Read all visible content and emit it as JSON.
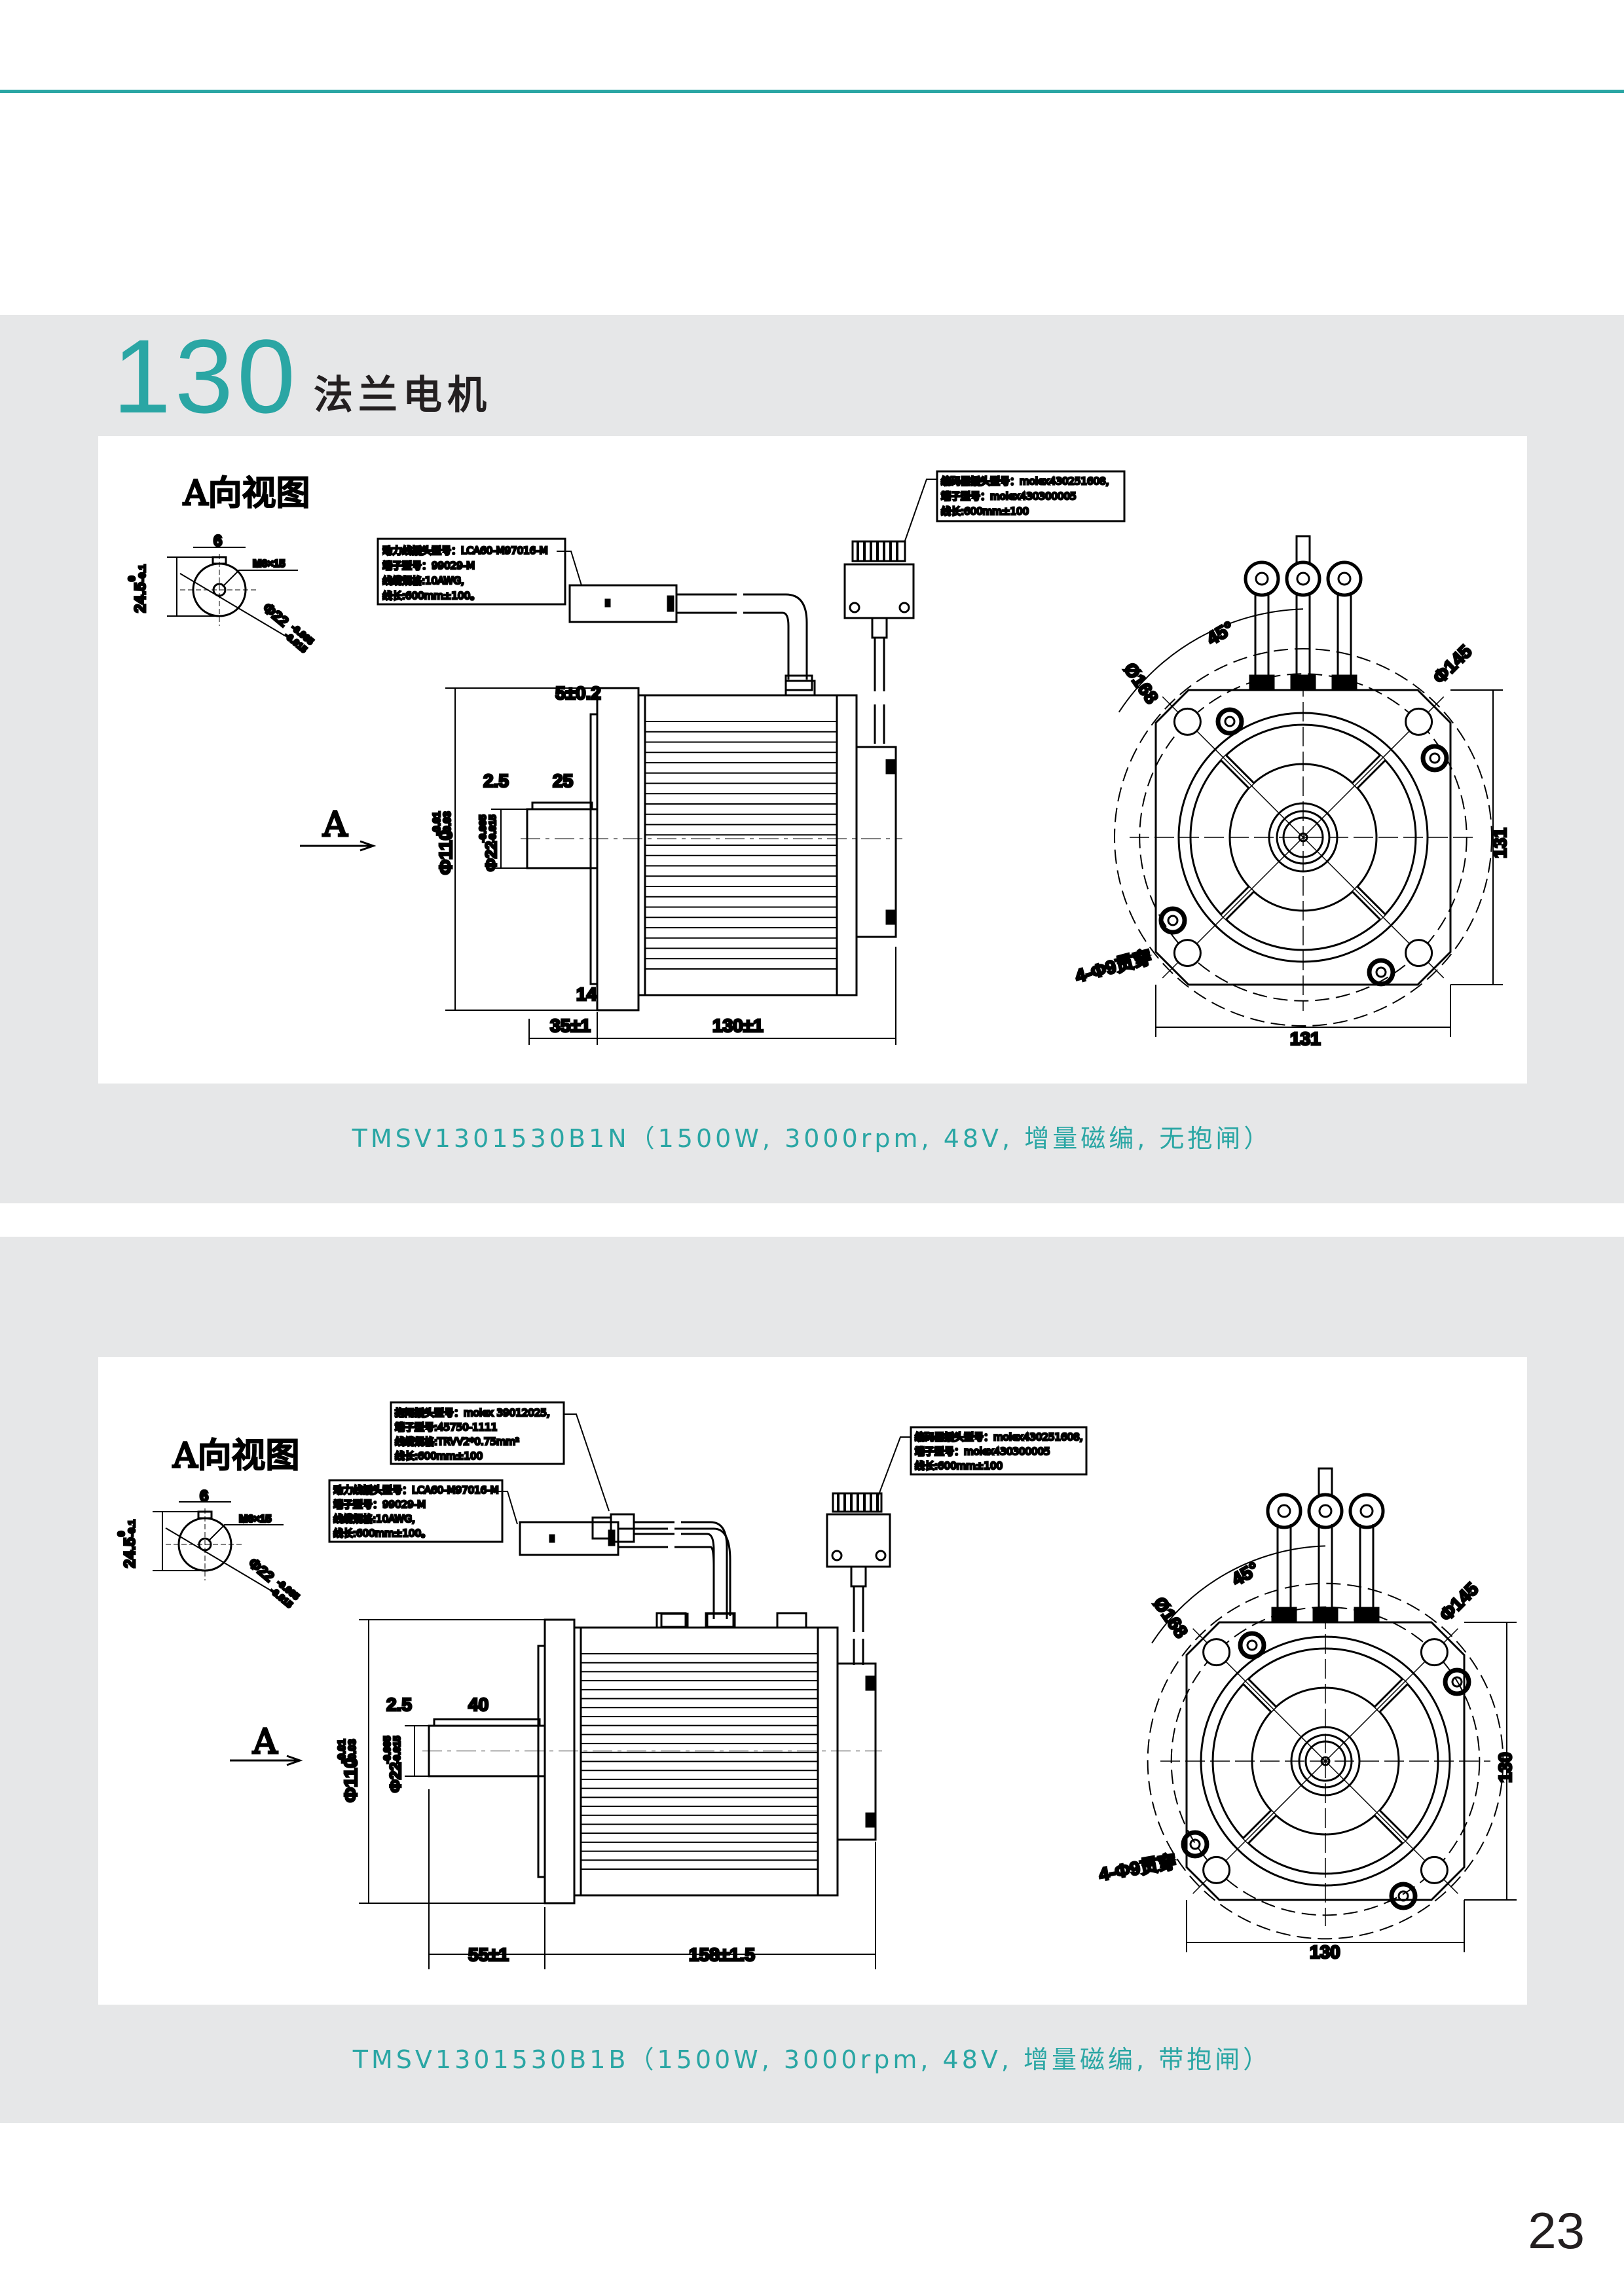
{
  "section_number": "130",
  "section_title": "法兰电机",
  "drawings": [
    {
      "a_view_label": "A向视图",
      "a_arrow_label": "A",
      "shaft_view": {
        "keyway": "6",
        "thread": "M6×15",
        "height": "24.5",
        "height_tol_upper": "0",
        "height_tol_lower": "-0.1",
        "dia": "Φ22",
        "dia_tol_upper": "-0.005",
        "dia_tol_lower": "-0.015"
      },
      "power_label": [
        "动力线插头型号：LCA60-M97016-M",
        "端子型号：99029-M",
        "线缆规格:10AWG,",
        "线长:600mm±100。"
      ],
      "encoder_label": [
        "编码器插头型号：molex430251608,",
        "端子型号：molex430300005",
        "线长:600mm±100"
      ],
      "dims": {
        "flange_step": "5±0.2",
        "shaft_chamfer": "2.5",
        "key_length": "25",
        "spigot": "Φ110",
        "spigot_tol_upper": "-0.01",
        "spigot_tol_lower": "-0.03",
        "shaft": "Φ22",
        "shaft_tol_upper": "-0.005",
        "shaft_tol_lower": "-0.015",
        "flange_thick": "14",
        "shaft_length": "35±1",
        "body_length": "130±1",
        "angle": "45°",
        "pcd_outer": "Ø168",
        "pcd": "Φ145",
        "height": "131",
        "width": "131",
        "holes": "4-Φ9贯穿"
      },
      "caption": "TMSV1301530B1N（1500W, 3000rpm, 48V, 增量磁编, 无抱闸）"
    },
    {
      "a_view_label": "A向视图",
      "a_arrow_label": "A",
      "shaft_view": {
        "keyway": "6",
        "thread": "M6×15",
        "height": "24.5",
        "height_tol_upper": "0",
        "height_tol_lower": "-0.1",
        "dia": "Φ22",
        "dia_tol_upper": "-0.005",
        "dia_tol_lower": "-0.015"
      },
      "brake_label": [
        "抱闸插头型号：molex 39012025,",
        "端子型号:45750-1111",
        "线缆规格:TRVV2*0.75mm²",
        "线长:600mm±100"
      ],
      "power_label": [
        "动力线插头型号：LCA60-M97016-M",
        "端子型号：99029-M",
        "线缆规格:10AWG,",
        "线长:600mm±100。"
      ],
      "encoder_label": [
        "编码器插头型号：molex430251608,",
        "端子型号：molex430300005",
        "线长:600mm±100"
      ],
      "dims": {
        "shaft_chamfer": "2.5",
        "key_length": "40",
        "spigot": "Φ110",
        "spigot_tol_upper": "-0.01",
        "spigot_tol_lower": "-0.03",
        "shaft": "Φ22",
        "shaft_tol_upper": "-0.005",
        "shaft_tol_lower": "-0.015",
        "shaft_length": "55±1",
        "body_length": "158±1.5",
        "angle": "45°",
        "pcd_outer": "Ø168",
        "pcd": "Φ145",
        "height": "130",
        "width": "130",
        "holes": "4-Φ9贯穿"
      },
      "caption": "TMSV1301530B1B（1500W, 3000rpm, 48V, 增量磁编, 带抱闸）"
    }
  ],
  "page_number": "23"
}
